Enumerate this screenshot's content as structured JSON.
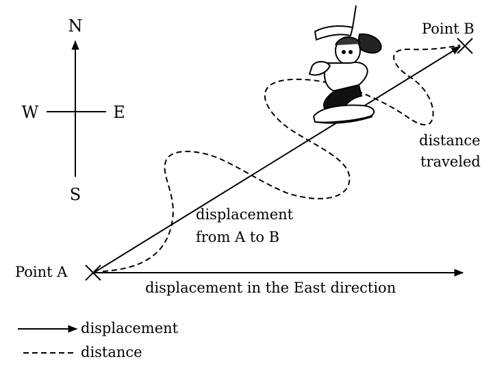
{
  "compass": {
    "north": "N",
    "south": "S",
    "west": "W",
    "east": "E"
  },
  "points": {
    "start": "Point A",
    "end": "Point B"
  },
  "labels": {
    "displacement_line1": "displacement",
    "displacement_line2": "from A to B",
    "distance_line1": "distance",
    "distance_line2": "traveled",
    "east_displacement": "displacement in the East direction"
  },
  "legend": {
    "displacement": "displacement",
    "distance": "distance"
  },
  "icons": {
    "traveler": "hiker-figure-icon"
  }
}
